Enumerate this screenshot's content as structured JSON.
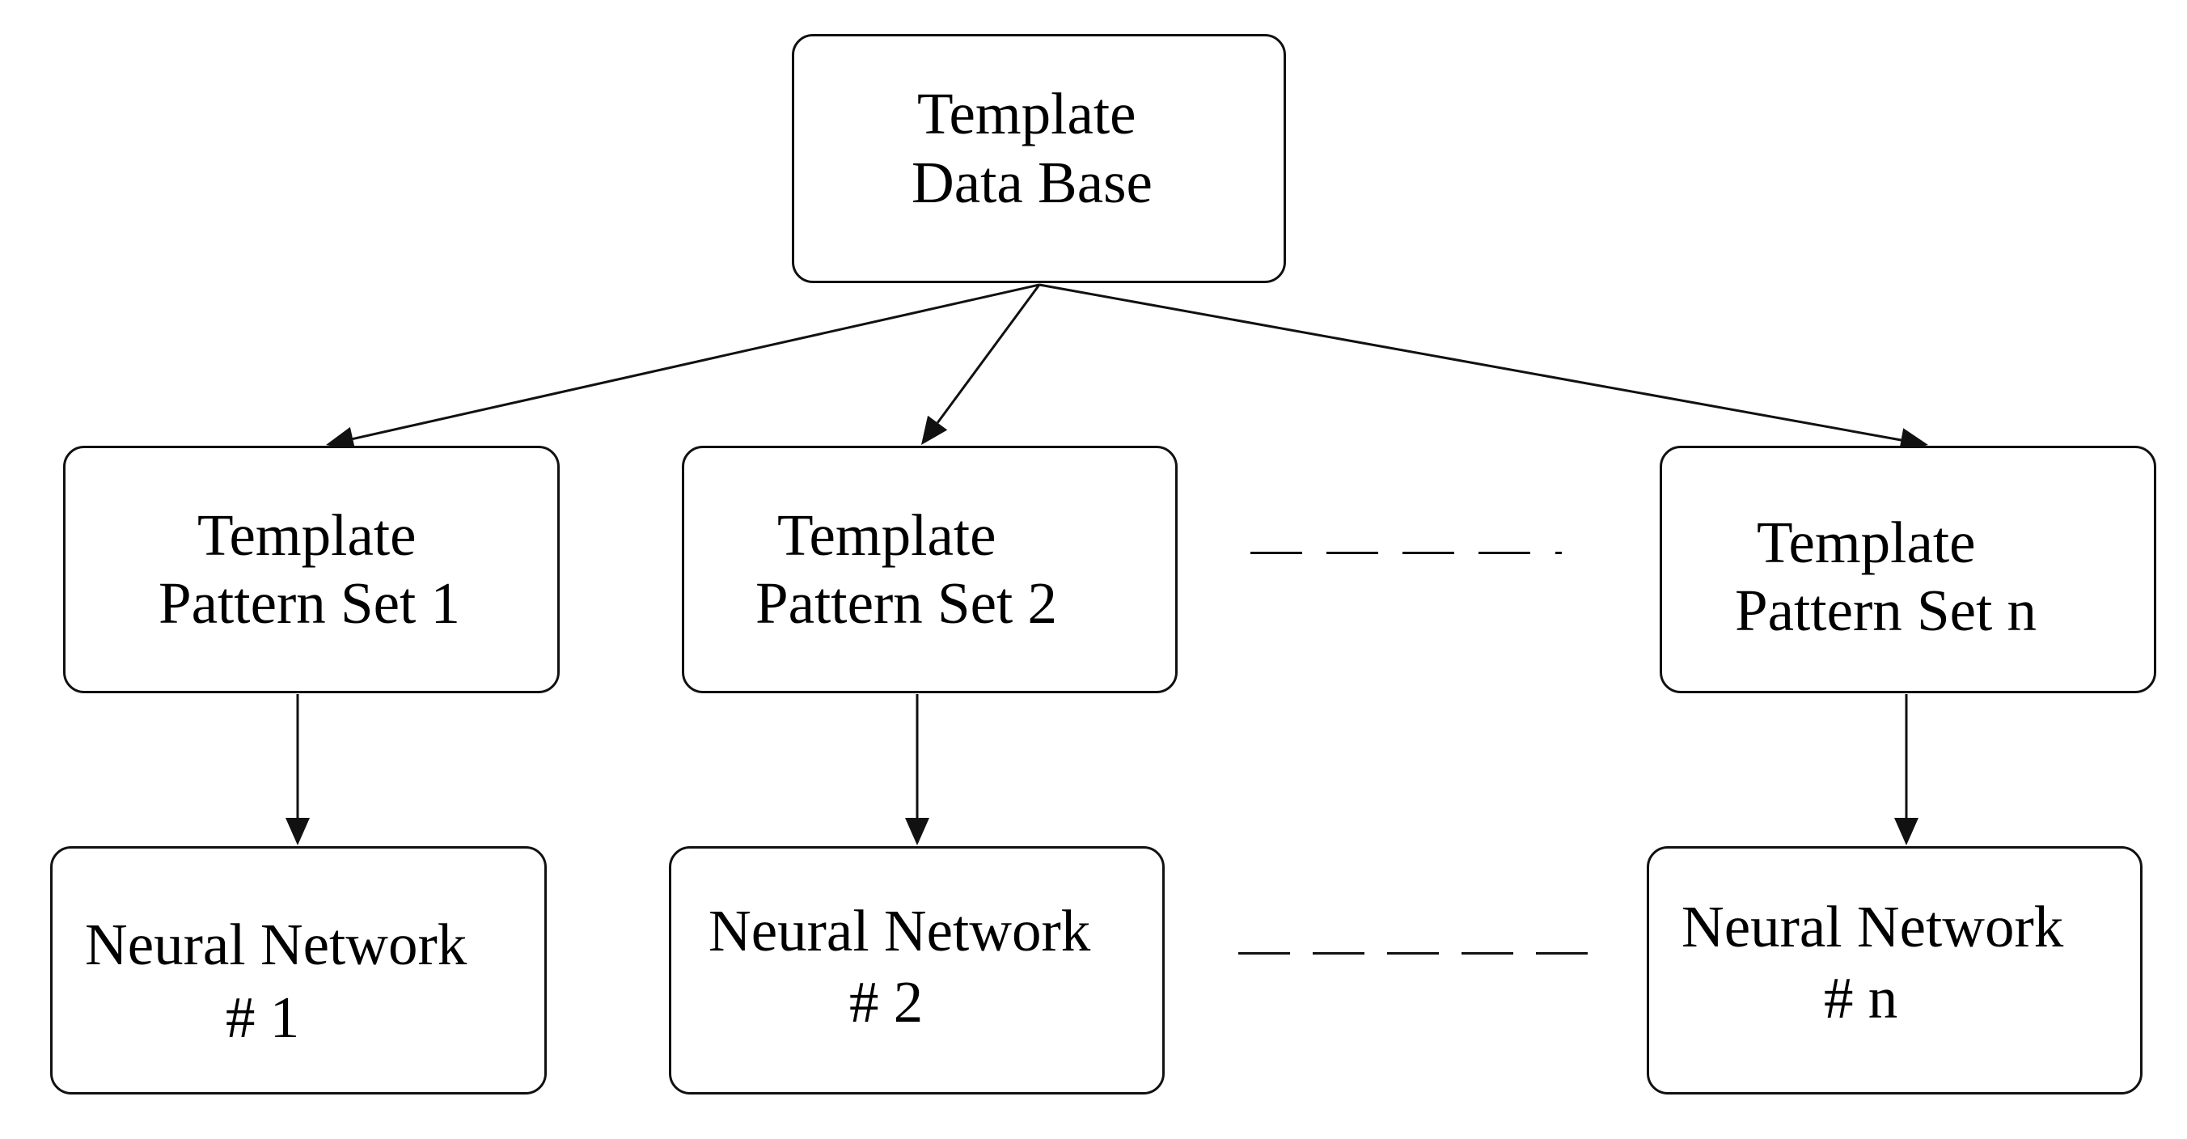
{
  "diagram": {
    "type": "hierarchy",
    "root": {
      "id": "db",
      "lines": [
        "Template",
        "Data Base"
      ]
    },
    "pattern_sets": [
      {
        "id": "ps1",
        "lines": [
          "Template",
          "Pattern Set 1"
        ]
      },
      {
        "id": "ps2",
        "lines": [
          "Template",
          "Pattern Set 2"
        ]
      },
      {
        "id": "psn",
        "lines": [
          "Template",
          "Pattern Set n"
        ]
      }
    ],
    "networks": [
      {
        "id": "nn1",
        "lines": [
          "Neural Network",
          "# 1"
        ]
      },
      {
        "id": "nn2",
        "lines": [
          "Neural Network",
          "# 2"
        ]
      },
      {
        "id": "nnn",
        "lines": [
          "Neural Network",
          "# n"
        ]
      }
    ],
    "edges": [
      {
        "from": "db",
        "to": "ps1"
      },
      {
        "from": "db",
        "to": "ps2"
      },
      {
        "from": "db",
        "to": "psn"
      },
      {
        "from": "ps1",
        "to": "nn1"
      },
      {
        "from": "ps2",
        "to": "nn2"
      },
      {
        "from": "psn",
        "to": "nnn"
      }
    ],
    "ellipses": [
      "between-pattern-sets",
      "between-networks"
    ]
  }
}
